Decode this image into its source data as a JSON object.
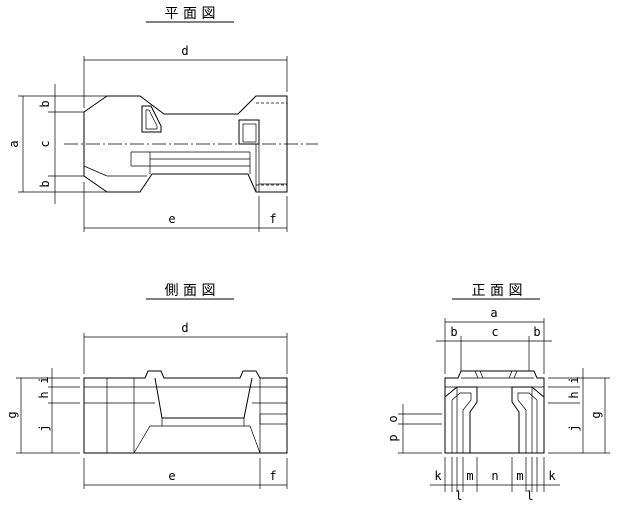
{
  "views": {
    "plan": {
      "title": "平 面 図",
      "labels": {
        "a": "a",
        "b_top": "b",
        "c": "c",
        "b_bot": "b",
        "d": "d",
        "e": "e",
        "f": "f"
      }
    },
    "side": {
      "title": "側 面 図",
      "labels": {
        "d": "d",
        "e": "e",
        "f": "f",
        "g": "g",
        "i": "i",
        "h": "h",
        "j": "j"
      }
    },
    "front": {
      "title": "正 面 図",
      "labels": {
        "a": "a",
        "b_left": "b",
        "c": "c",
        "b_right": "b",
        "g": "g",
        "i": "i",
        "h": "h",
        "j": "j",
        "p": "p",
        "o": "o",
        "k_left": "k",
        "m_left": "m",
        "n": "n",
        "m_right": "m",
        "k_right": "k",
        "l_left": "l",
        "l_right": "l"
      }
    }
  }
}
